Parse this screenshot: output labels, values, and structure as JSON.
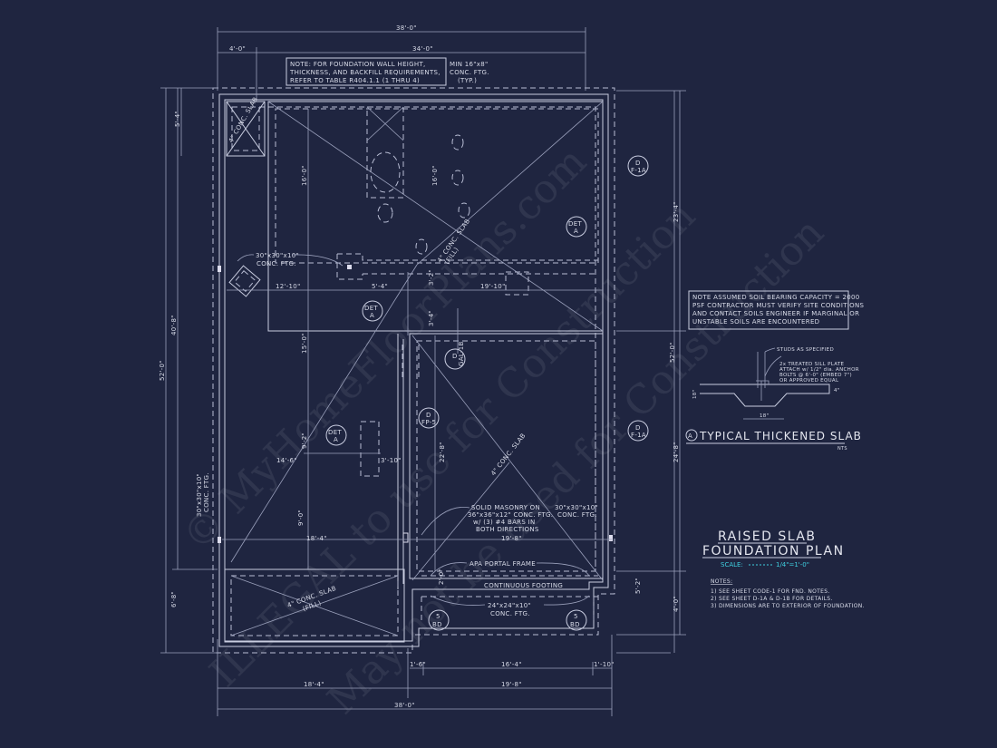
{
  "colors": {
    "background": "#1f2540",
    "lines": "#c9cde0",
    "scale_accent": "#3fd0e0"
  },
  "title": {
    "line1": "RAISED SLAB",
    "line2": "FOUNDATION PLAN",
    "scale_label": "SCALE:",
    "scale_value": "1/4\"=1'-0\""
  },
  "notes": {
    "heading": "NOTES:",
    "items": [
      "1) SEE SHEET CODE-1 FOR FND. NOTES.",
      "2) SEE SHEET D-1A & D-1B FOR DETAILS.",
      "3) DIMENSIONS ARE TO EXTERIOR OF FOUNDATION."
    ]
  },
  "soil_note": [
    "NOTE ASSUMED SOIL BEARING CAPACITY = 2000",
    "PSF CONTRACTOR MUST VERIFY SITE CONDITIONS",
    "AND CONTACT SOILS ENGINEER IF MARGINAL OR",
    "UNSTABLE SOILS ARE ENCOUNTERED"
  ],
  "detail": {
    "studs": "STUDS AS SPECIFIED",
    "sill": [
      "2x TREATED SILL PLATE",
      "ATTACH w/ 1/2\" dia. ANCHOR",
      "BOLTS @ 6'-0\" (EMBED 7\")",
      "OR APPROVED EQUAL"
    ],
    "width": "18\"",
    "depth": "18\"",
    "thk": "4\"",
    "marker": "A",
    "title": "TYPICAL THICKENED SLAB",
    "nts": "NTS"
  },
  "top_note": [
    "NOTE: FOR FOUNDATION WALL HEIGHT,",
    "THICKNESS, AND BACKFILL REQUIREMENTS,",
    "REFER TO TABLE R404.1.1 (1 THRU 4)"
  ],
  "min_ftg": [
    "MIN 16\"x8\"",
    "CONC. FTG.",
    "(TYP.)"
  ],
  "dims": {
    "top_overall": "38'-0\"",
    "top_left": "4'-0\"",
    "top_right": "34'-0\"",
    "bottom_overall": "38'-0\"",
    "bottom_left": "18'-4\"",
    "bottom_right": "19'-8\"",
    "bottom_a": "1'-6\"",
    "bottom_b": "16'-4\"",
    "bottom_c": "1'-10\"",
    "left_overall": "52'-0\"",
    "left_a": "40'-8\"",
    "left_top": "5'-4\"",
    "left_bottom": "6'-8\"",
    "right_overall": "52'-0\"",
    "right_a": "23'-4\"",
    "right_b": "24'-8\"",
    "right_c": "4'-0\"",
    "in_12_10": "12'-10\"",
    "in_5_4": "5'-4\"",
    "in_19_10": "19'-10\"",
    "in_16_0a": "16'-0\"",
    "in_16_0b": "16'-0\"",
    "in_15_0": "15'-0\"",
    "in_3_4": "3'-4\"",
    "in_3_2": "3'-2\"",
    "in_9_2": "9'-2\"",
    "in_14_6": "14'-6\"",
    "in_3_10": "3'-10\"",
    "in_18_4": "18'-4\"",
    "in_19_8": "19'-8\"",
    "in_9_0": "9'-0\"",
    "in_22_8": "22'-8\"",
    "in_2_0": "2'-0\"",
    "in_5_2": "5'-2\""
  },
  "callouts": {
    "ftg30a": [
      "30\"x30\"x10\"",
      "CONC. FTG."
    ],
    "ftg30b": [
      "30\"x30\"x10\"",
      "CONC. FTG."
    ],
    "ftg30c": [
      "30\"x30\"x10\"",
      "CONC. FTG."
    ],
    "masonry": [
      "SOLID MASONRY ON",
      "36\"x36\"x12\" CONC. FTG.",
      "w/ (3) #4 BARS IN",
      "BOTH DIRECTIONS"
    ],
    "portal": "APA PORTAL FRAME",
    "cont": "CONTINUOUS FOOTING",
    "ftg24": [
      "24\"x24\"x10\"",
      "CONC. FTG."
    ],
    "slab_fill": [
      "4\" CONC. SLAB",
      "(FILL)"
    ],
    "slab": "4\" CONC. SLAB",
    "slab_fill_top": [
      "4\" CONC. SLAB",
      "(FILL)"
    ]
  },
  "markers": {
    "det": [
      "DET",
      "A"
    ],
    "d_f1a": [
      "D",
      "F-1A"
    ],
    "d_gal": [
      "D",
      "GAL-1B"
    ],
    "d_fp": [
      "D",
      "FP-5"
    ],
    "bd": [
      "5",
      "BD"
    ]
  },
  "watermark": [
    "© MyHomeFloorPlans.com",
    "ILLEGAL to use for Construction",
    "May not be used for Construction"
  ]
}
